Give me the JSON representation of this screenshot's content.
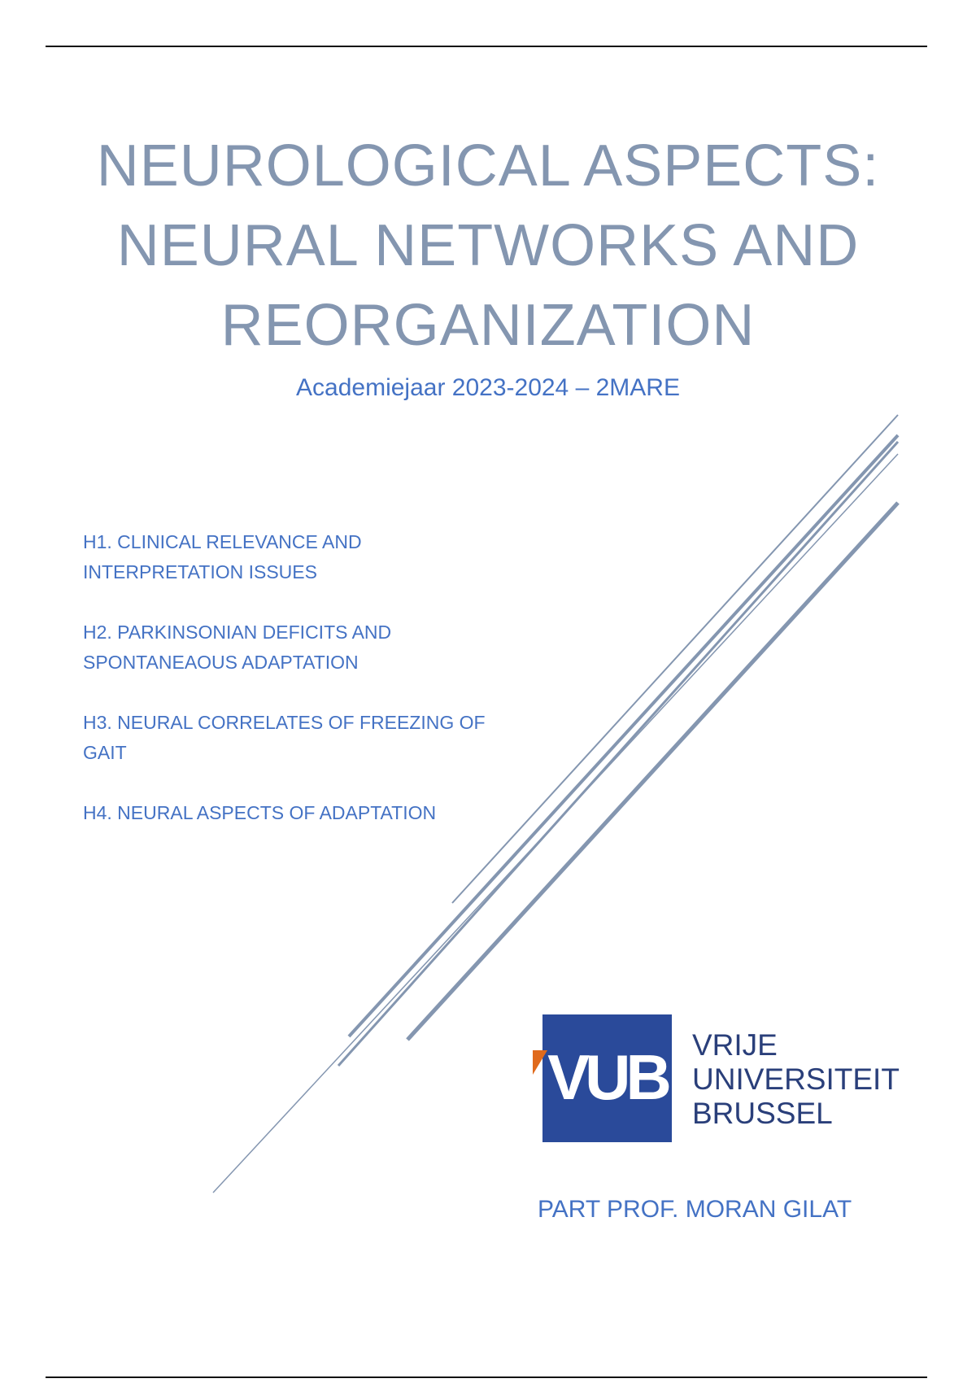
{
  "title_lines": [
    "NEUROLOGICAL ASPECTS:",
    "NEURAL NETWORKS AND",
    "REORGANIZATION"
  ],
  "subtitle": "Academiejaar 2023-2024 – 2MARE",
  "chapters": [
    {
      "line1": "H1. CLINICAL RELEVANCE AND",
      "line2": "INTERPRETATION ISSUES"
    },
    {
      "line1": "H2. PARKINSONIAN DEFICITS AND",
      "line2": "SPONTANEAOUS ADAPTATION"
    },
    {
      "line1": "H3. NEURAL CORRELATES OF FREEZING OF",
      "line2": "GAIT"
    },
    {
      "line1": "H4. NEURAL ASPECTS OF ADAPTATION",
      "line2": ""
    }
  ],
  "logo": {
    "mark": "VUB",
    "name_lines": [
      "VRIJE",
      "UNIVERSITEIT",
      "BRUSSEL"
    ]
  },
  "author": "PART PROF. MORAN GILAT",
  "colors": {
    "title": "#8496b0",
    "accent": "#4472c4",
    "logo_blue": "#2a4a9a",
    "logo_orange": "#e06a1c"
  }
}
